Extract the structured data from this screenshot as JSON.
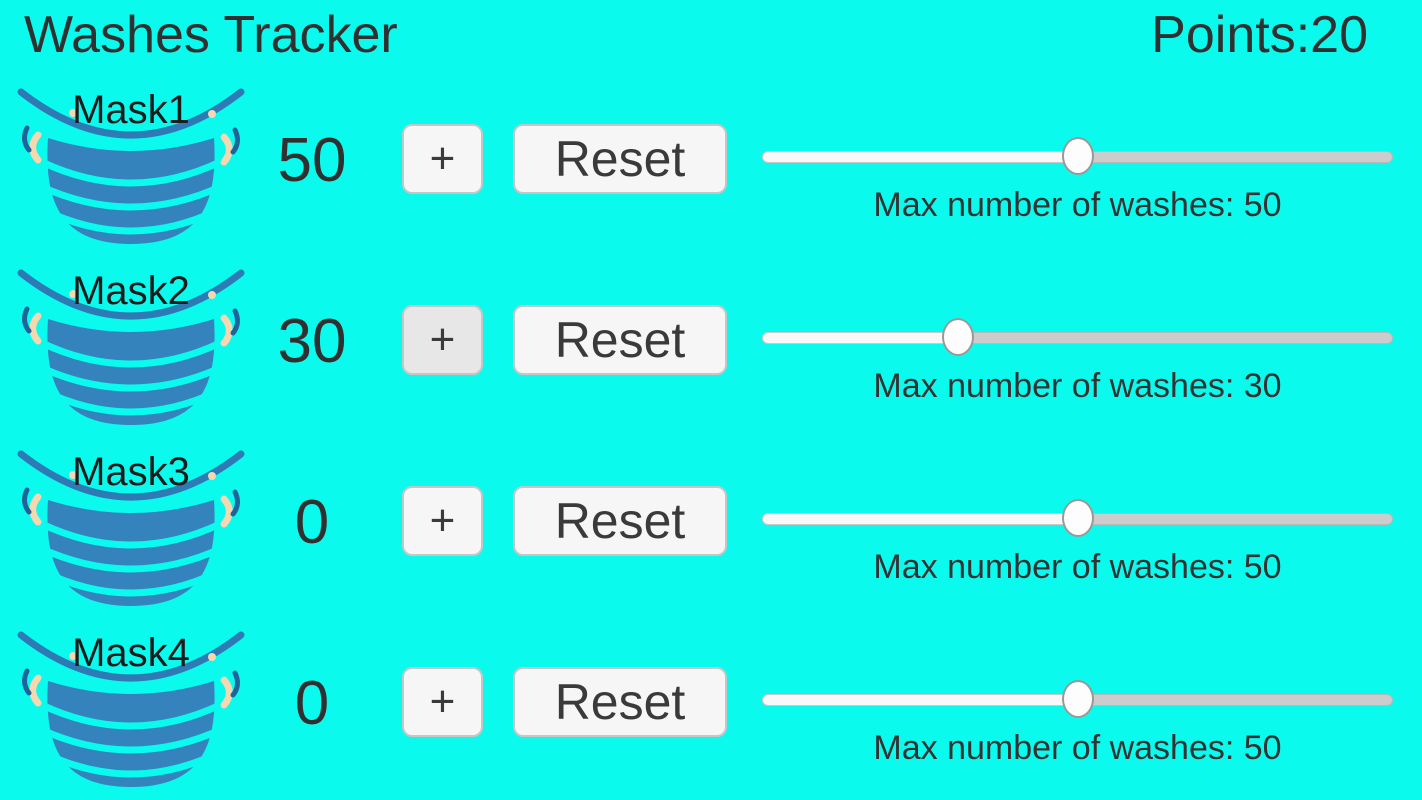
{
  "header": {
    "title": "Washes Tracker",
    "points_label": "Points:",
    "points_value": "20"
  },
  "colors": {
    "background": "#0bfaee",
    "mask_blue": "#3583bd",
    "mask_outline": "#2d7ab5",
    "strap_peach": "#f5d7b0",
    "text_dark": "#303030",
    "button_bg": "#f6f6f6",
    "button_bg_pressed": "#e7e7e7",
    "track_fill": "#f8f8f8",
    "track_rest": "#cccccc"
  },
  "rows": [
    {
      "name": "Mask1",
      "count": "50",
      "plus_label": "+",
      "reset_label": "Reset",
      "max_label": "Max number of washes: 50",
      "slider_percent": 50,
      "plus_pressed": false
    },
    {
      "name": "Mask2",
      "count": "30",
      "plus_label": "+",
      "reset_label": "Reset",
      "max_label": "Max number of washes: 30",
      "slider_percent": 31,
      "plus_pressed": true
    },
    {
      "name": "Mask3",
      "count": "0",
      "plus_label": "+",
      "reset_label": "Reset",
      "max_label": "Max number of washes: 50",
      "slider_percent": 50,
      "plus_pressed": false
    },
    {
      "name": "Mask4",
      "count": "0",
      "plus_label": "+",
      "reset_label": "Reset",
      "max_label": "Max number of washes: 50",
      "slider_percent": 50,
      "plus_pressed": false
    }
  ],
  "row_tops": [
    80,
    261,
    442,
    623
  ]
}
